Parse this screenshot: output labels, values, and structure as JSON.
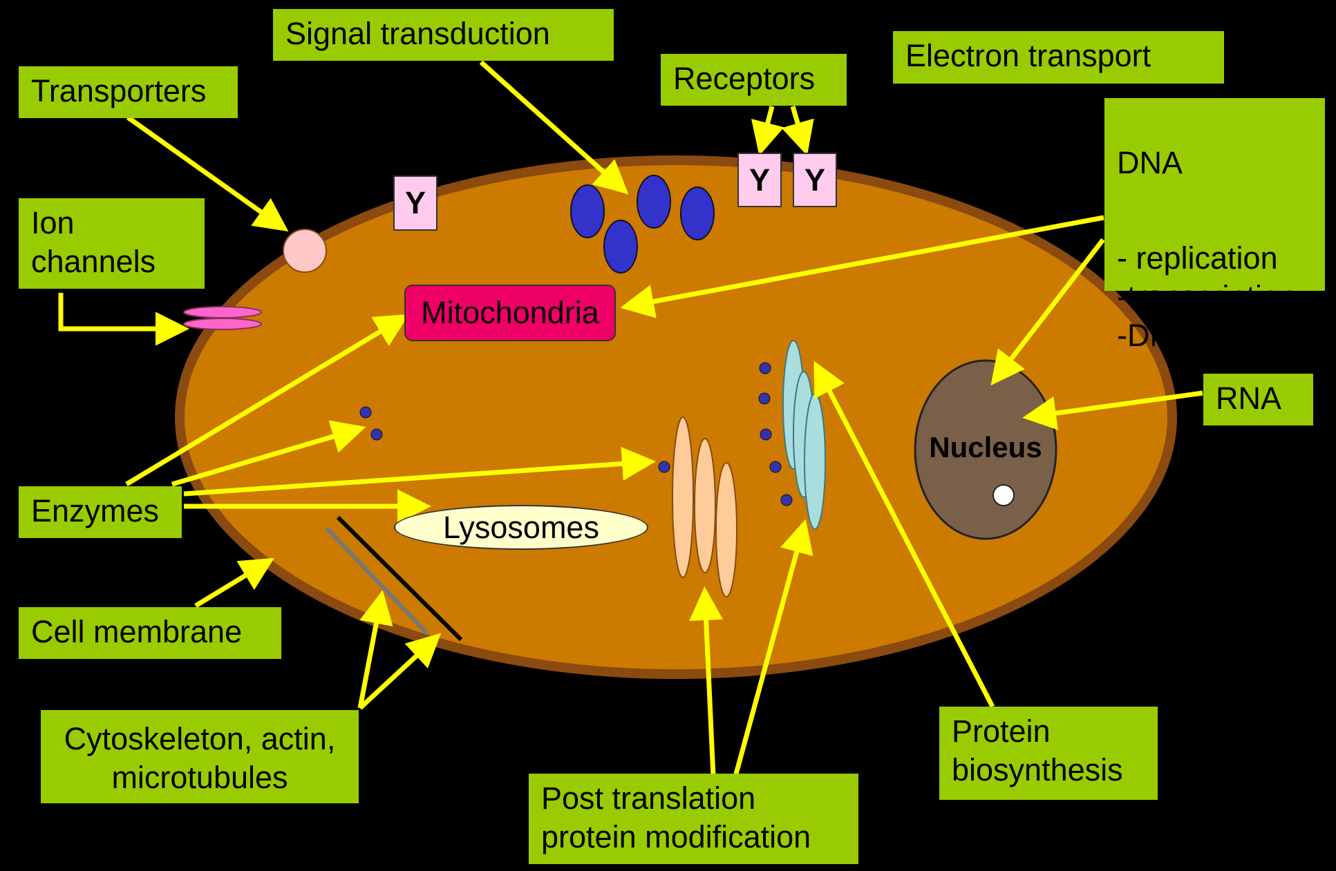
{
  "labels": {
    "transporters": "Transporters",
    "signal_transduction": "Signal transduction",
    "receptors": "Receptors",
    "electron_transport": "Electron transport",
    "dna": "DNA",
    "dna_items": "- replication\n-transcription\n-DNA repair",
    "ion_channels": "Ion\nchannels",
    "rna": "RNA",
    "enzymes": "Enzymes",
    "cell_membrane": "Cell membrane",
    "cytoskeleton": "Cytoskeleton, actin,\nmicrotubules",
    "post_translation": "Post translation\nprotein modification",
    "protein_biosynthesis": "Protein\nbiosynthesis"
  },
  "organelles": {
    "mitochondria": "Mitochondria",
    "lysosomes": "Lysosomes",
    "nucleus": "Nucleus",
    "receptor_glyph": "Y"
  },
  "colors": {
    "background": "#000000",
    "label_fill": "#99cc00",
    "cell_fill": "#cc7a00",
    "cell_border": "#8a4a10",
    "arrow": "#ffff00",
    "mitochondria": "#ee0066",
    "lysosomes": "#ffffcc",
    "nucleus": "#7a6048",
    "receptor": "#ffccee",
    "protein_dot": "#3333cc",
    "golgi": "#ffcc99",
    "er": "#aadddd"
  }
}
